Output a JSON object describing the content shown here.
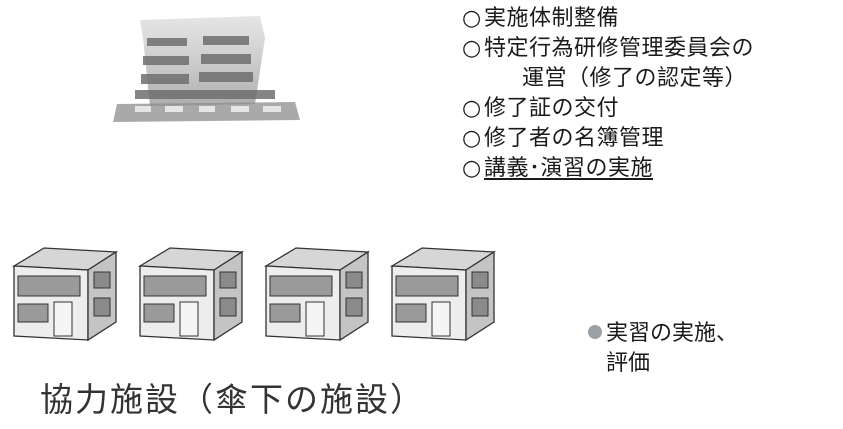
{
  "main_facility": {
    "icon": "office-building-icon",
    "responsibilities": [
      {
        "mark": "○",
        "text": "実施体制整備"
      },
      {
        "mark": "○",
        "text": "特定行為研修管理委員会の"
      },
      {
        "mark": "",
        "text": "運営（修了の認定等）"
      },
      {
        "mark": "○",
        "text": "修了証の交付"
      },
      {
        "mark": "○",
        "text": "修了者の名簿管理"
      },
      {
        "mark": "○",
        "text": "講義･演習の実施"
      }
    ]
  },
  "cooperating_facilities": {
    "icon": "apartment-building-icon",
    "count": 4,
    "label": "協力施設（傘下の施設）",
    "practice_note": {
      "bullet_color": "#9aa0a6",
      "line1": "実習の実施、",
      "line2": "評価"
    }
  }
}
